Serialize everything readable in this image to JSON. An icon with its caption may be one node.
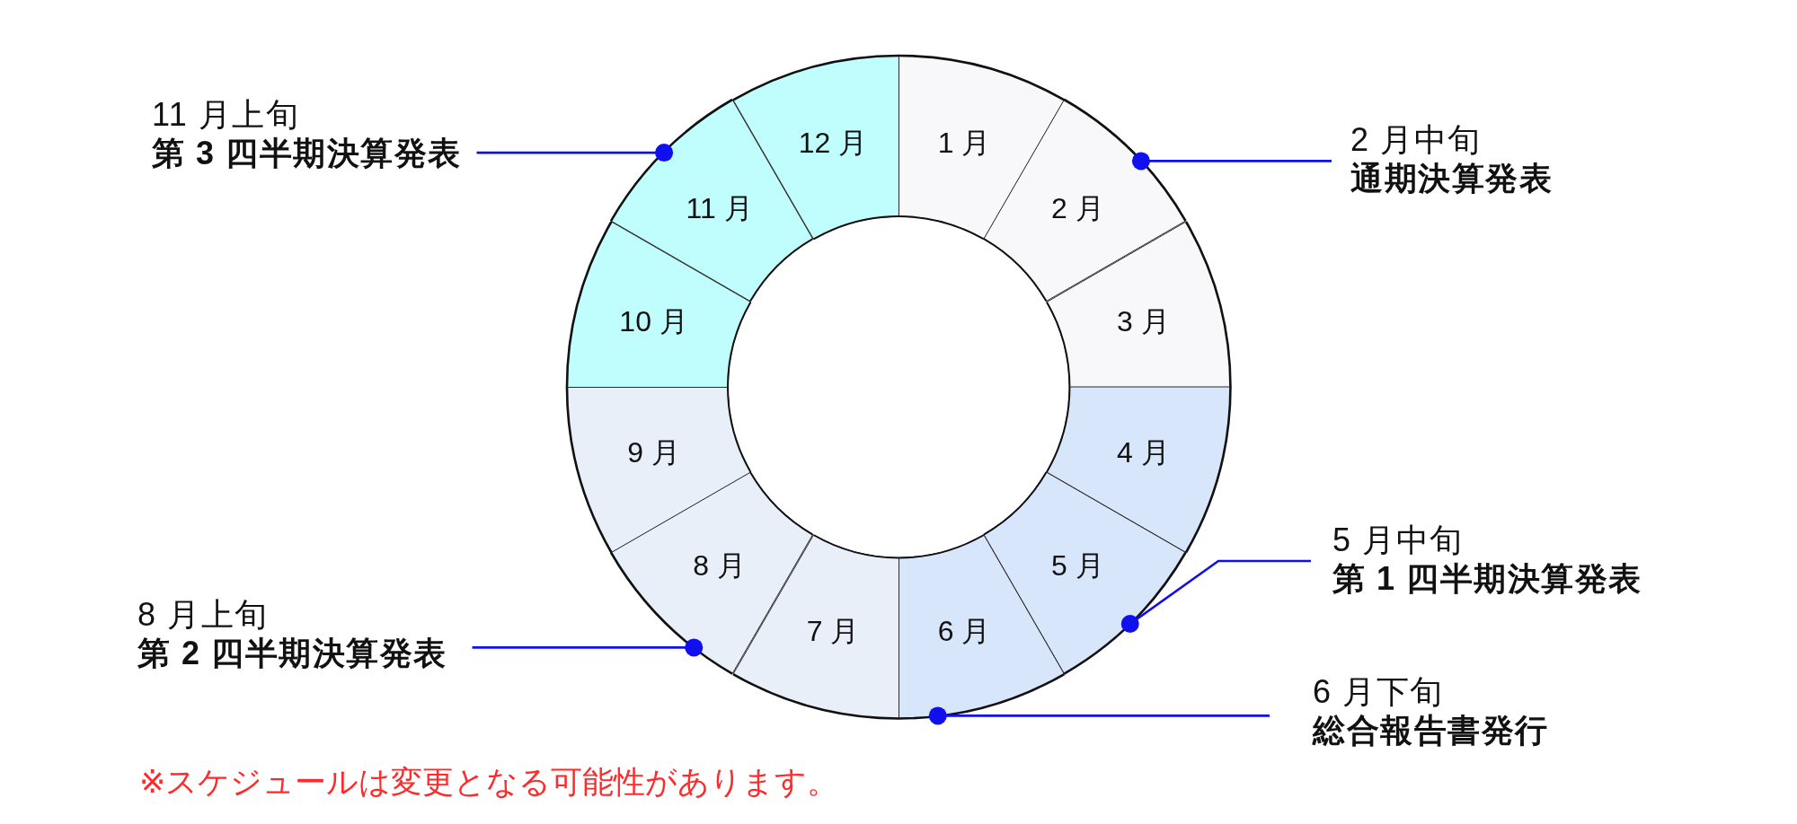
{
  "diagram": {
    "nodes": [
      {
        "text": [
          "1 月"
        ]
      },
      {
        "text": [
          "2 月"
        ]
      },
      {
        "text": [
          "3 月"
        ]
      },
      {
        "text": [
          "4 月"
        ]
      },
      {
        "text": [
          "5 月"
        ]
      },
      {
        "text": [
          "6 月"
        ]
      },
      {
        "text": [
          "7 月"
        ]
      },
      {
        "text": [
          "8 月"
        ]
      },
      {
        "text": [
          "9 月"
        ]
      },
      {
        "text": [
          "10 月"
        ]
      },
      {
        "text": [
          "11 月"
        ]
      },
      {
        "text": [
          "12 月"
        ]
      },
      {
        "text": [
          "11 月上旬",
          "第 3 四半期決算発表"
        ]
      },
      {
        "text": [
          "2 月中旬",
          "通期決算発表"
        ]
      },
      {
        "text": [
          "5 月中旬",
          "第 1 四半期決算発表"
        ]
      },
      {
        "text": [
          "8 月上旬",
          "第 2 四半期決算発表"
        ]
      },
      {
        "text": [
          "6 月下旬",
          "総合報告書発行"
        ]
      }
    ],
    "edges": [
      {
        "from": 12,
        "to": 10,
        "arrow": "other"
      },
      {
        "from": 13,
        "to": 1,
        "arrow": "other"
      },
      {
        "from": 14,
        "to": 4,
        "arrow": "other"
      },
      {
        "from": 15,
        "to": 7,
        "arrow": "other"
      },
      {
        "from": 16,
        "to": 5,
        "arrow": "other"
      }
    ],
    "labels": [
      "※スケジュールは変更となる可能性があります。"
    ]
  }
}
